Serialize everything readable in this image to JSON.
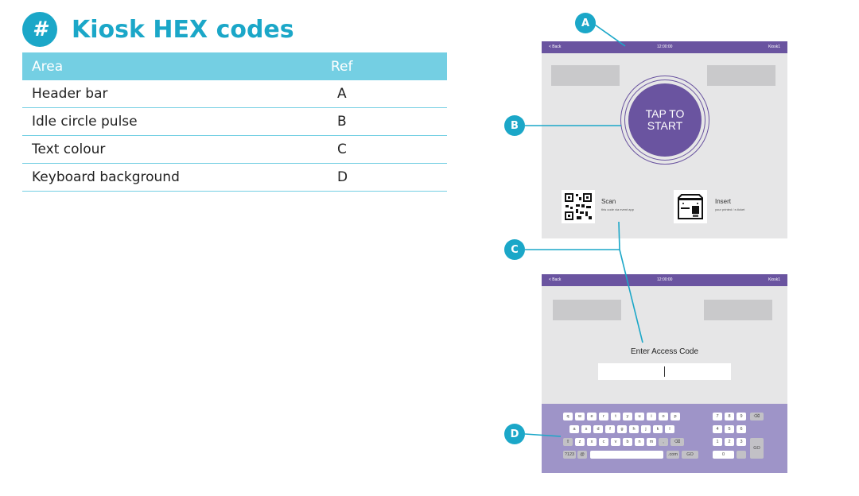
{
  "title": "Kiosk HEX codes",
  "title_icon": "hash-icon",
  "table": {
    "headers": {
      "area": "Area",
      "ref": "Ref"
    },
    "rows": [
      {
        "area": "Header bar",
        "ref": "A"
      },
      {
        "area": "Idle circle pulse",
        "ref": "B"
      },
      {
        "area": "Text colour",
        "ref": "C"
      },
      {
        "area": "Keyboard background",
        "ref": "D"
      }
    ]
  },
  "callouts": [
    "A",
    "B",
    "C",
    "D"
  ],
  "screen1": {
    "header": {
      "back": "< Back",
      "time": "12:00:00",
      "kiosk": "Kiosk1"
    },
    "tap_line1": "TAP TO",
    "tap_line2": "START",
    "scan_title": "Scan",
    "scan_sub": "this code via event app",
    "insert_title": "Insert",
    "insert_sub": "your printed / e-ticket"
  },
  "screen2": {
    "header": {
      "back": "< Back",
      "time": "12:00:00",
      "kiosk": "Kiosk1"
    },
    "access_label": "Enter Access Code",
    "keyboard": {
      "row1": [
        "q",
        "w",
        "e",
        "r",
        "t",
        "y",
        "u",
        "i",
        "o",
        "p"
      ],
      "row2": [
        "a",
        "s",
        "d",
        "f",
        "g",
        "h",
        "j",
        "k",
        "l"
      ],
      "row3": [
        "⇧",
        "z",
        "x",
        "c",
        "v",
        "b",
        "n",
        "m",
        ",",
        "⌫"
      ],
      "row4": [
        "?123",
        "@",
        "",
        ".com",
        "GO"
      ],
      "numpad": [
        "7",
        "8",
        "9",
        "⌫",
        "4",
        "5",
        "6",
        "1",
        "2",
        "3",
        "GO",
        "0",
        ""
      ]
    }
  },
  "colors": {
    "accent": "#1ba7c8",
    "table_header": "#74cfe3",
    "header_bar": "#6a54a0",
    "keyboard_bg": "#9e94c8",
    "screen_bg": "#e6e6e7"
  }
}
